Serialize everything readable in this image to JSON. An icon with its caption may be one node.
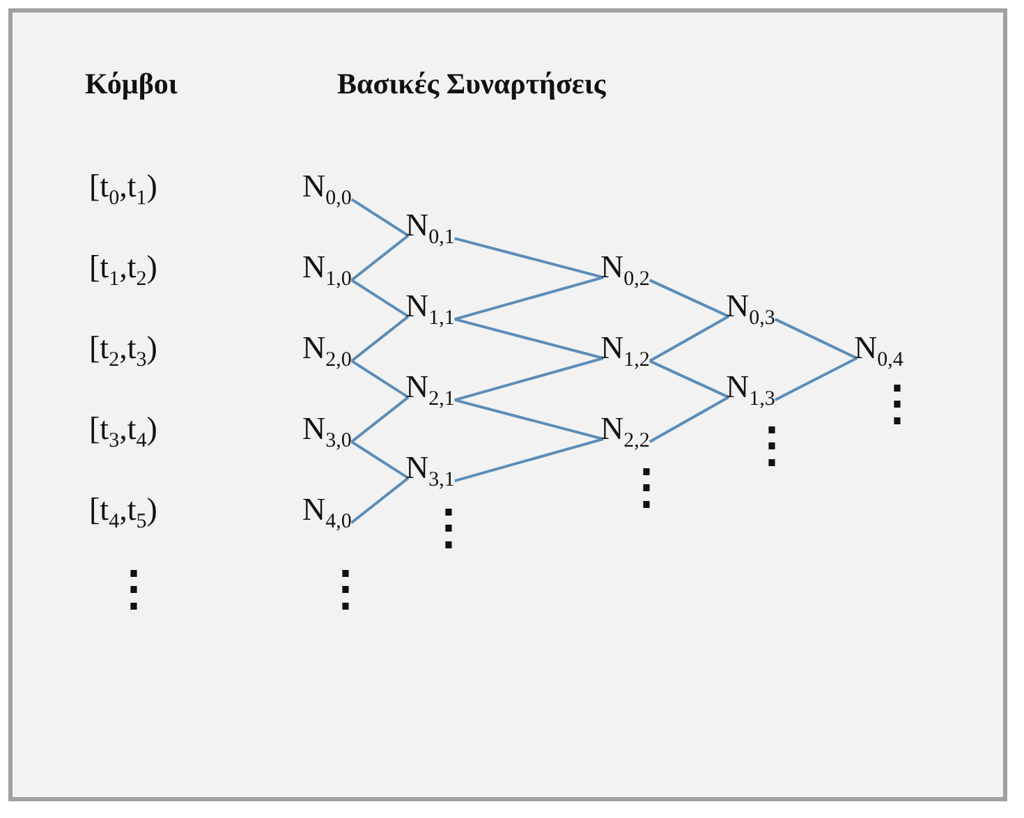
{
  "diagram": {
    "nodes": [
      {
        "text": [
          "N$_{0,0}$"
        ]
      },
      {
        "text": [
          "N$_{1,0}$"
        ]
      },
      {
        "text": [
          "N$_{2,0}$"
        ]
      },
      {
        "text": [
          "N$_{3,0}$"
        ]
      },
      {
        "text": [
          "N$_{4,0}$"
        ]
      },
      {
        "text": [
          "N$_{0,1}$"
        ]
      },
      {
        "text": [
          "N$_{1,1}$"
        ]
      },
      {
        "text": [
          "N$_{2,1}$"
        ]
      },
      {
        "text": [
          "N$_{3,1}$"
        ]
      },
      {
        "text": [
          "N$_{0,2}$"
        ]
      },
      {
        "text": [
          "N$_{1,2}$"
        ]
      },
      {
        "text": [
          "N$_{2,2}$"
        ]
      },
      {
        "text": [
          "N$_{0,3}$"
        ]
      },
      {
        "text": [
          "N$_{1,3}$"
        ]
      },
      {
        "text": [
          "N$_{0,4}$"
        ]
      }
    ],
    "edges": [
      {
        "from": 0,
        "to": 5,
        "arrow": "none"
      },
      {
        "from": 1,
        "to": 5,
        "arrow": "none"
      },
      {
        "from": 1,
        "to": 6,
        "arrow": "none"
      },
      {
        "from": 2,
        "to": 6,
        "arrow": "none"
      },
      {
        "from": 2,
        "to": 7,
        "arrow": "none"
      },
      {
        "from": 3,
        "to": 7,
        "arrow": "none"
      },
      {
        "from": 3,
        "to": 8,
        "arrow": "none"
      },
      {
        "from": 4,
        "to": 8,
        "arrow": "none"
      },
      {
        "from": 5,
        "to": 9,
        "arrow": "none"
      },
      {
        "from": 6,
        "to": 9,
        "arrow": "none"
      },
      {
        "from": 6,
        "to": 10,
        "arrow": "none"
      },
      {
        "from": 7,
        "to": 10,
        "arrow": "none"
      },
      {
        "from": 7,
        "to": 11,
        "arrow": "none"
      },
      {
        "from": 8,
        "to": 11,
        "arrow": "none"
      },
      {
        "from": 9,
        "to": 12,
        "arrow": "none"
      },
      {
        "from": 10,
        "to": 12,
        "arrow": "none"
      },
      {
        "from": 10,
        "to": 13,
        "arrow": "none"
      },
      {
        "from": 11,
        "to": 13,
        "arrow": "none"
      },
      {
        "from": 12,
        "to": 14,
        "arrow": "none"
      },
      {
        "from": 13,
        "to": 14,
        "arrow": "none"
      }
    ],
    "labels": [
      "Κόμβοι",
      "Βασικές Συναρτήσεις",
      "[t$_{0}$,t$_{1}$)",
      "[t$_{1}$,t$_{2}$)",
      "[t$_{2}$,t$_{3}$)",
      "[t$_{3}$,t$_{4}$)",
      "[t$_{4}$,t$_{5}$)",
      "⋮",
      "⋮",
      "⋮",
      "⋮",
      "⋮",
      "⋮"
    ]
  }
}
